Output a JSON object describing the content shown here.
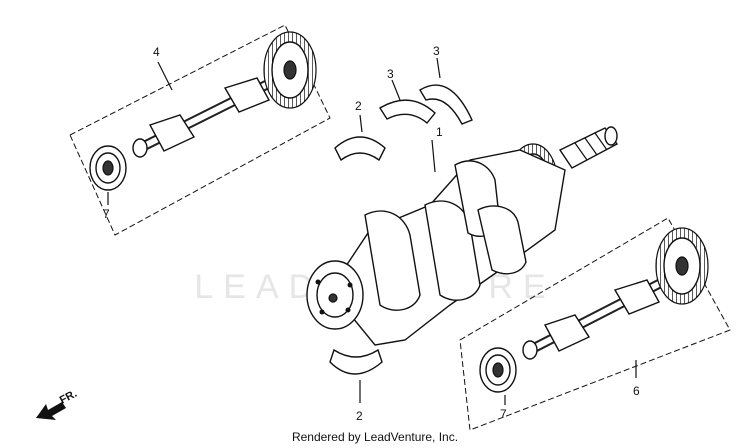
{
  "watermark": {
    "text": "LEADVENTURE"
  },
  "credit": "Rendered by LeadVenture, Inc.",
  "direction": {
    "label": "FR."
  },
  "callouts": {
    "c1": "1",
    "c2a": "2",
    "c2b": "2",
    "c3a": "3",
    "c3b": "3",
    "c4": "4",
    "c6": "6",
    "c7a": "7",
    "c7b": "7"
  }
}
